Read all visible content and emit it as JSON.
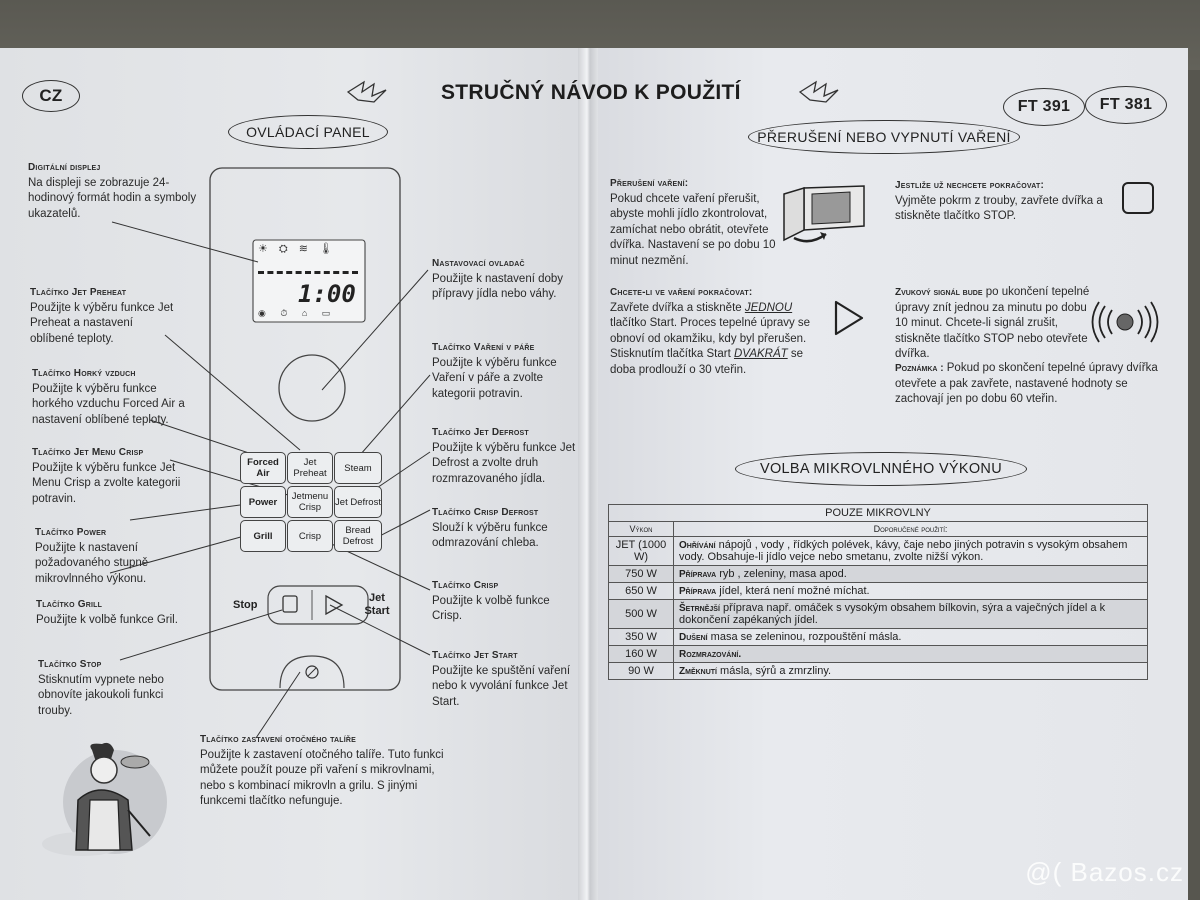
{
  "header": {
    "lang_badge": "CZ",
    "title": "STRUČNÝ NÁVOD K POUŽITÍ",
    "models": [
      "FT 391",
      "FT 381"
    ]
  },
  "left": {
    "panel_label": "OVLÁDACÍ PANEL",
    "display": {
      "time": "1:00",
      "icons": "☀ ⛭ ≋ 🌡"
    },
    "items": [
      {
        "head": "Digitální displej",
        "body": "Na displeji se zobrazuje 24-hodinový formát hodin a symboly ukazatelů."
      },
      {
        "head": "Tlačítko Jet Preheat",
        "body": "Použijte k výběru funkce Jet Preheat a nastavení oblíbené teploty."
      },
      {
        "head": "Tlačítko Horký vzduch",
        "body": "Použijte k výběru funkce horkého vzduchu Forced Air a nastavení oblíbené teploty."
      },
      {
        "head": "Tlačítko  Jet Menu Crisp",
        "body": "Použijte k výběru funkce Jet Menu Crisp a zvolte kategorii potravin."
      },
      {
        "head": "Tlačítko Power",
        "body": "Použijte k nastavení požadovaného stupně mikrovlnného výkonu."
      },
      {
        "head": "Tlačítko Grill",
        "body": "Použijte k volbě funkce Gril."
      },
      {
        "head": "Tlačítko Stop",
        "body": "Stisknutím vypnete nebo obnovíte jakoukoli funkci trouby."
      },
      {
        "head": "Nastavovací ovladač",
        "body": "Použijte k nastavení doby přípravy jídla nebo váhy."
      },
      {
        "head": "Tlačítko Vaření v páře",
        "body": "Použijte k výběru funkce Vaření v páře a zvolte kategorii potravin."
      },
      {
        "head": "Tlačítko Jet Defrost",
        "body": "Použijte k výběru funkce Jet Defrost a  zvolte druh rozmrazovaného jídla."
      },
      {
        "head": "Tlačítko Crisp Defrost",
        "body": "Slouží k výběru funkce odmrazování chleba."
      },
      {
        "head": "Tlačítko Crisp",
        "body": "Použijte k volbě funkce Crisp."
      },
      {
        "head": "Tlačítko Jet Start",
        "body": "Použijte ke spuštění vaření nebo k vyvolání funkce Jet Start."
      },
      {
        "head": "Tlačítko zastavení otočného talíře",
        "body": "Použijte k zastavení otočného talíře. Tuto funkci můžete použít pouze při vaření s mikrovlnami, nebo s kombinací mikrovln a grilu. S jinými funkcemi tlačítko nefunguje."
      }
    ],
    "buttons": {
      "forced_air": "Forced Air",
      "jet_preheat": "Jet Preheat",
      "steam": "Steam",
      "power": "Power",
      "jetmenu_crisp": "Jetmenu Crisp",
      "jet_defrost": "Jet Defrost",
      "grill": "Grill",
      "crisp": "Crisp",
      "bread_defrost": "Bread Defrost",
      "stop": "Stop",
      "jet_start": "Jet Start"
    }
  },
  "right": {
    "interrupt_label": "PŘERUŠENÍ NEBO VYPNUTÍ VAŘENÍ",
    "interrupt": {
      "head": "Přerušení vaření:",
      "body": "Pokud chcete vaření přerušit, abyste mohli jídlo zkontrolovat, zamíchat nebo obrátit, otevřete dvířka. Nastavení se po dobu 10 minut nezmění."
    },
    "stop_block": {
      "head": "Jestliže už nechcete pokračovat:",
      "body": "Vyjměte pokrm z trouby, zavřete dvířka a stiskněte tlačítko STOP."
    },
    "resume": {
      "head": "Chcete-li ve vaření pokračovat:",
      "body_pre": "Zavřete dvířka a stiskněte ",
      "once": "JEDNOU",
      "body_mid": " tlačítko Start. Proces tepelné úpravy se obnoví od okamžiku, kdy byl přerušen. Stisknutím tlačítka Start ",
      "twice": "DVAKRÁT",
      "body_post": " se doba prodlouží o 30 vteřin."
    },
    "beep": {
      "head": "Zvukový signál bude",
      "body": " po ukončení tepelné úpravy znít jednou za minutu po dobu 10 minut. Chcete-li signál zrušit, stiskněte tlačítko STOP nebo otevřete dvířka."
    },
    "note": {
      "head": "Poznámka :",
      "body": " Pokud po skončení tepelné úpravy dvířka otevřete a pak zavřete, nastavené hodnoty se zachovají jen po dobu 60 vteřin."
    },
    "power_label": "VOLBA MIKROVLNNÉHO VÝKONU",
    "table": {
      "title": "POUZE MIKROVLNY",
      "col_power": "Výkon",
      "col_use": "Doporučené použití:",
      "rows": [
        {
          "power": "JET (1000 W)",
          "head": "Ohřívání",
          "text": " nápojů , vody , řídkých polévek, kávy, čaje nebo jiných potravin s vysokým obsahem vody. Obsahuje-li jídlo vejce nebo smetanu, zvolte nižší výkon."
        },
        {
          "power": "750 W",
          "head": "Příprava",
          "text": " ryb , zeleniny, masa apod."
        },
        {
          "power": "650 W",
          "head": "Příprava",
          "text": " jídel, která není možné míchat."
        },
        {
          "power": "500 W",
          "head": "Šetrnější",
          "text": " příprava např. omáček s vysokým obsahem bílkovin, sýra a vaječných jídel a k dokončení zapékaných jídel."
        },
        {
          "power": "350 W",
          "head": "Dušení",
          "text": " masa se zeleninou, rozpouštění másla."
        },
        {
          "power": "160 W",
          "head": "Rozmrazování.",
          "text": ""
        },
        {
          "power": "90 W",
          "head": "Změknutí",
          "text": " másla, sýrů a zmrzliny."
        }
      ]
    }
  },
  "watermark": "@( Bazos.cz"
}
